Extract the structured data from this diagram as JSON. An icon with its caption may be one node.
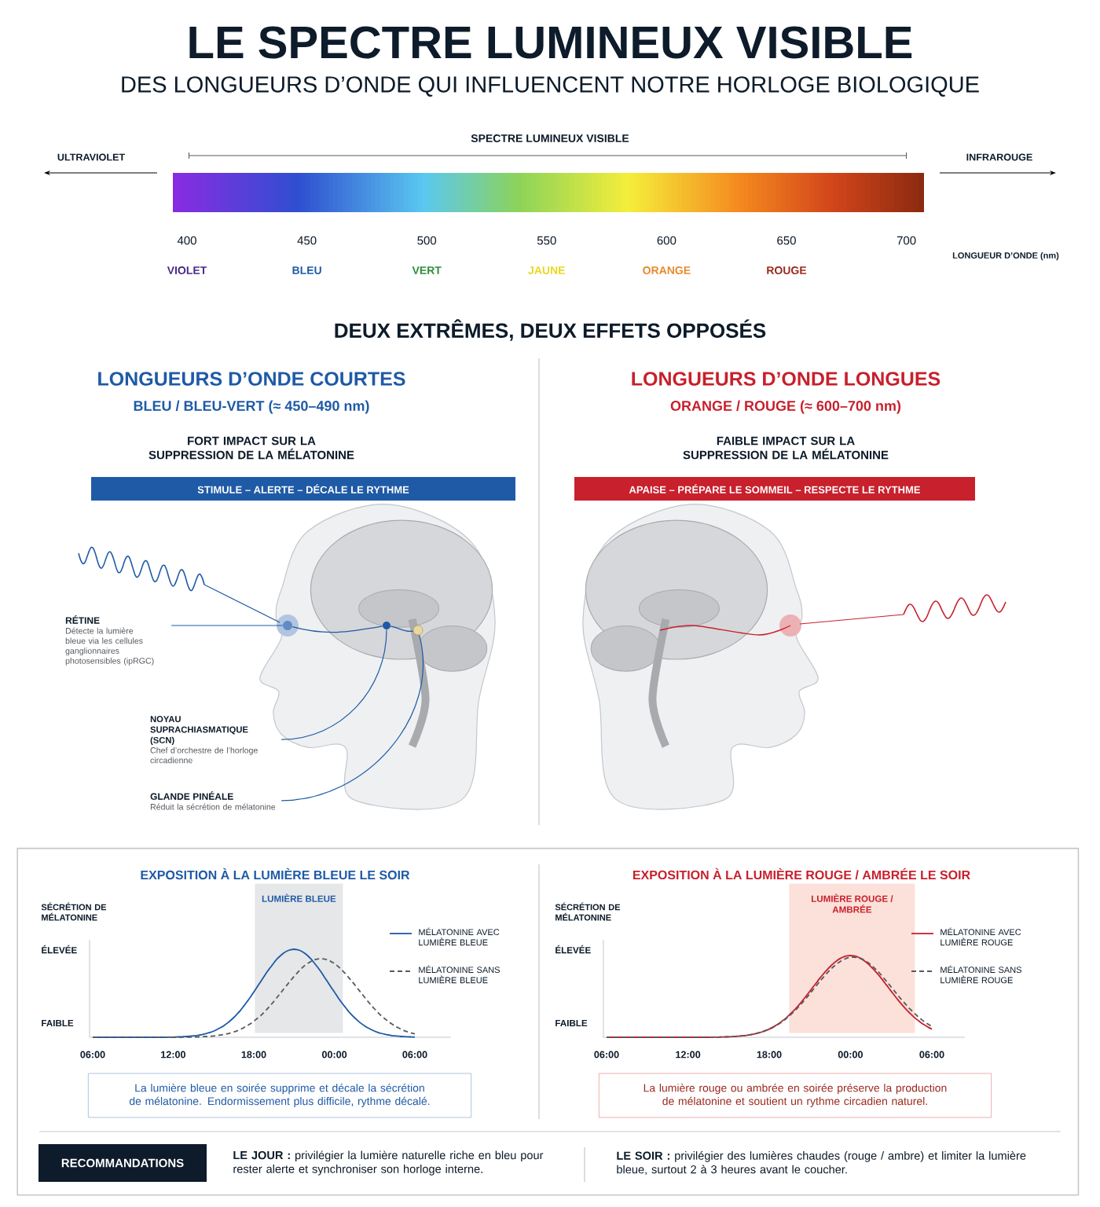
{
  "diagram": {
    "title": "LE SPECTRE LUMINEUX VISIBLE",
    "nodes": [
      {
        "text": [
          "STIMULE – ALERTE – DÉCALE LE RYTHME"
        ]
      },
      {
        "text": [
          "APAISE – PRÉPARE LE SOMMEIL – RESPECTE LE RYTHME"
        ]
      },
      {
        "text": [
          "RÉTINE",
          "Détecte la lumière bleue via les cellules ganglionnaires photosensibles (ipRGC)"
        ]
      },
      {
        "text": [],
        "shape": "circle"
      },
      {
        "text": [
          "NOYAU SUPRACHIASMATIQUE (SCN)",
          "Chef d’orchestre de l’horloge circadienne"
        ]
      },
      {
        "text": [],
        "shape": "circle"
      },
      {
        "text": [
          "GLANDE PINÉALE",
          "Réduit la sécrétion de mélatonine"
        ]
      },
      {
        "text": [],
        "shape": "circle"
      },
      {
        "text": [],
        "shape": "box"
      },
      {
        "text": [
          "LUMIÈRE BLEUE"
        ],
        "in": 8
      },
      {
        "text": [
          "LUMIÈRE ROUGE / AMBRÉE"
        ],
        "in": 8
      },
      {
        "text": [
          "La lumière bleue en soirée supprime et décale la sécrétion de mélatonine. Endormissement plus difficile, rythme décalé."
        ],
        "in": 8
      },
      {
        "text": [
          "La lumière rouge ou ambrée en soirée préserve la production de mélatonine et soutient un rythme circadien naturel."
        ],
        "in": 8
      },
      {
        "text": [
          "RECOMMANDATIONS"
        ],
        "in": 8
      }
    ],
    "edges": [
      {
        "from": 2,
        "to": 3,
        "arrow": "none"
      },
      {
        "from": 4,
        "to": 5,
        "arrow": "none"
      },
      {
        "from": 6,
        "to": 7,
        "arrow": "none"
      },
      {
        "from": 3,
        "to": 5,
        "arrow": "none"
      },
      {
        "from": 5,
        "to": 7,
        "arrow": "none"
      }
    ],
    "labels": [
      "DES LONGUEURS D’ONDE QUI INFLUENCENT NOTRE HORLOGE BIOLOGIQUE",
      "SPECTRE LUMINEUX VISIBLE",
      "ULTRAVIOLET",
      "INFRAROUGE",
      "400",
      "450",
      "500",
      "550",
      "600",
      "650",
      "700",
      "LONGUEUR D’ONDE (nm)",
      "VIOLET",
      "BLEU",
      "VERT",
      "JAUNE",
      "ORANGE",
      "ROUGE",
      "DEUX EXTRÊMES, DEUX EFFETS OPPOSÉS",
      "LONGUEURS D’ONDE COURTES",
      "BLEU / BLEU-VERT (≈ 450–490 nm)",
      "FORT IMPACT SUR LA SUPPRESSION DE LA MÉLATONINE",
      "LONGUEURS D’ONDE LONGUES",
      "ORANGE / ROUGE (≈ 600–700 nm)",
      "FAIBLE IMPACT SUR LA SUPPRESSION DE LA MÉLATONINE",
      "EXPOSITION À LA LUMIÈRE BLEUE LE SOIR",
      "SÉCRÉTION DE MÉLATONINE",
      "ÉLEVÉE",
      "FAIBLE",
      "06:00",
      "12:00",
      "18:00",
      "00:00",
      "06:00",
      "EXPOSITION À LA LUMIÈRE ROUGE / AMBRÉE LE SOIR",
      "SÉCRÉTION DE MÉLATONINE",
      "ÉLEVÉE",
      "FAIBLE",
      "06:00",
      "12:00",
      "18:00",
      "00:00",
      "06:00",
      "**LE JOUR :** privilégier la lumière naturelle riche en bleu pour rester alerte et synchroniser son horloge interne.",
      "**LE SOIR :** privilégier des lumières chaudes (rouge / ambre) et limiter la lumière bleue, surtout 2 à 3 heures avant le coucher."
    ],
    "legend": [
      {
        "text": "MÉLATONINE AVEC LUMIÈRE BLEUE"
      },
      {
        "text": "MÉLATONINE SANS LUMIÈRE BLEUE"
      },
      {
        "text": "MÉLATONINE AVEC LUMIÈRE ROUGE"
      },
      {
        "text": "MÉLATONINE SANS LUMIÈRE ROUGE"
      }
    ]
  }
}
